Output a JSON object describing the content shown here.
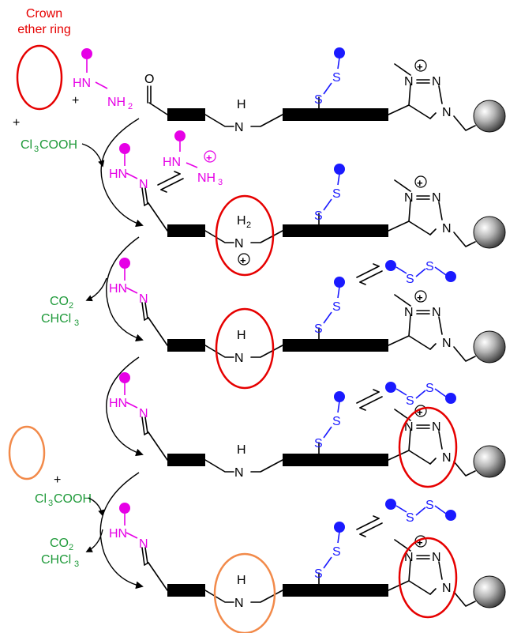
{
  "labels": {
    "crown_line1": "Crown",
    "crown_line2": "ether ring",
    "plus": "+",
    "acid_pre": "Cl",
    "acid_sub": "3",
    "acid_post": "COOH",
    "co2_pre": "CO",
    "co2_sub": "2",
    "chcl3_pre": "CHCl",
    "chcl3_sub": "3",
    "O": "O",
    "H": "H",
    "N": "N",
    "N_eq": "N=N",
    "HN": "HN",
    "HN_dash": "HN",
    "NH2_pre": "NH",
    "NH2_sub": "2",
    "NH3_pre": "NH",
    "NH3_sub": "3",
    "H2_pre": "H",
    "H2_sub": "2",
    "S": "S",
    "plus_charge": "+"
  },
  "colors": {
    "crown_red": "#e60000",
    "crown_orange": "#f28a4a",
    "reagent_magenta": "#e600e6",
    "thiol_blue": "#1a1aff",
    "byproduct_green": "#1f9a3a",
    "backbone": "#000000"
  }
}
